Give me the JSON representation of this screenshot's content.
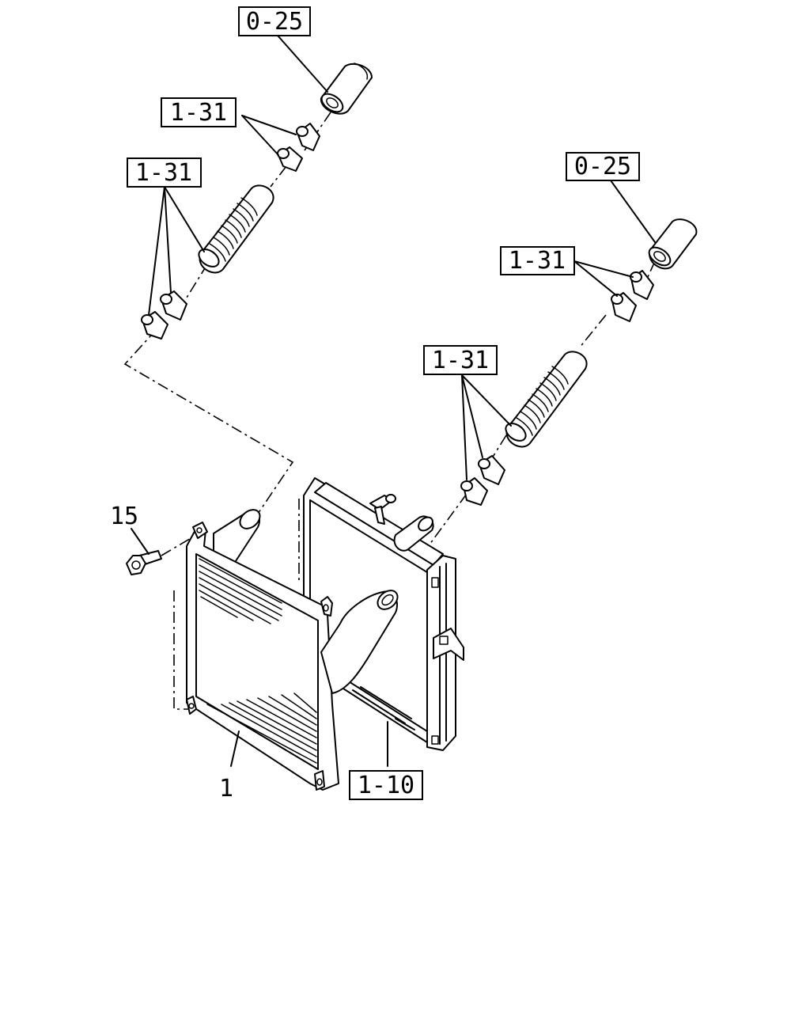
{
  "callouts": {
    "hose_upper_left": "0-25",
    "clamp_upper_left": "1-31",
    "clamps_left_pair": "1-31",
    "hose_upper_right": "0-25",
    "clamp_upper_right": "1-31",
    "clamps_right_pair": "1-31",
    "bolt": "15",
    "intercooler": "1",
    "radiator": "1-10"
  }
}
